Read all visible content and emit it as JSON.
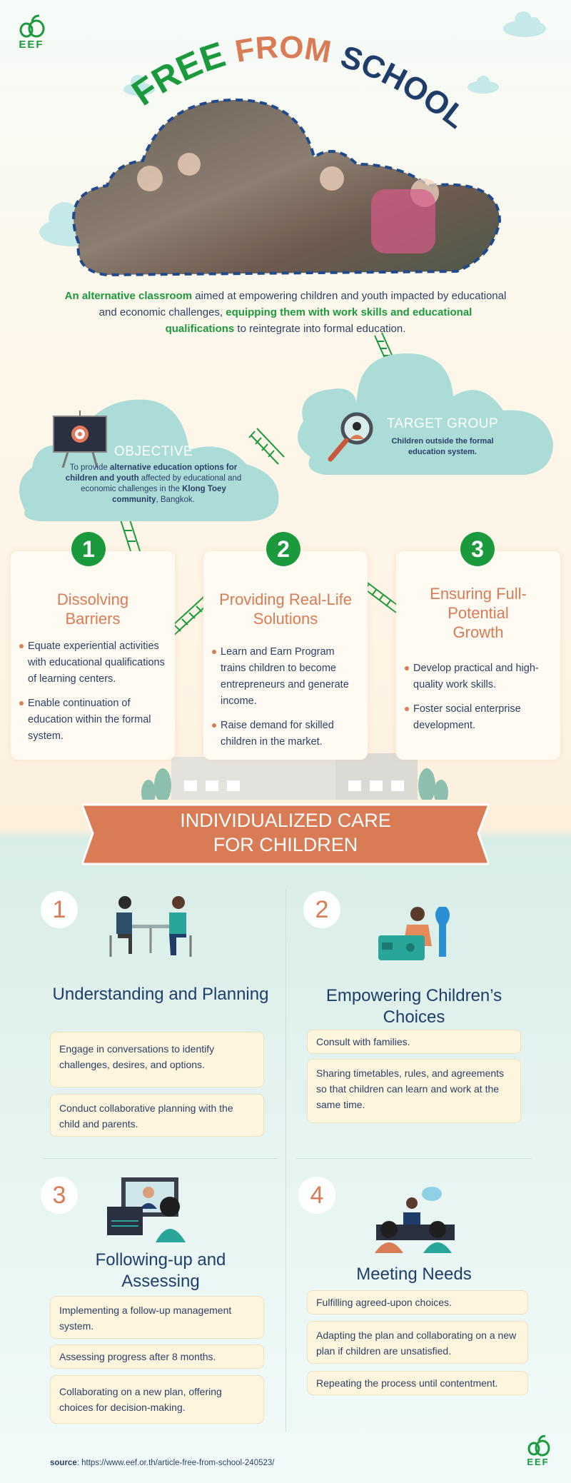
{
  "brand": {
    "logo_text": "EEF",
    "color_green": "#1a9a3c",
    "color_orange": "#d97b55",
    "color_navy": "#1f3d6b"
  },
  "header": {
    "title_words": [
      "FREE",
      "FROM",
      "SCHOOL"
    ]
  },
  "intro": {
    "parts": [
      {
        "text": "An alternative classroom",
        "highlight": true
      },
      {
        "text": " aimed at empowering  children and youth impacted by educational and economic challenges, ",
        "highlight": false
      },
      {
        "text": "equipping them with work skills and educational qualifications",
        "highlight": true
      },
      {
        "text": " to reintegrate into formal education.",
        "highlight": false
      }
    ]
  },
  "target_group": {
    "title": "TARGET GROUP",
    "body": "Children outside the formal education system.",
    "icon": "magnifier-person-icon"
  },
  "objective": {
    "title": "OBJECTIVE",
    "parts": [
      "To provide ",
      "alternative education options for children and youth",
      " affected by educational and economic challenges in the ",
      "Klong Toey community",
      ", Bangkok."
    ],
    "icon": "target-board-icon"
  },
  "strategies": [
    {
      "number": "1",
      "title": "Dissolving Barriers",
      "bullets": [
        "Equate experiential activities with educational qualifications of learning centers.",
        "Enable continuation of education within the formal system."
      ]
    },
    {
      "number": "2",
      "title": "Providing Real-Life Solutions",
      "bullets": [
        "Learn and Earn Program trains children to become entrepreneurs and generate income.",
        "Raise demand for skilled children in the market."
      ]
    },
    {
      "number": "3",
      "title": "Ensuring Full-Potential Growth",
      "bullets": [
        "Develop practical and high-quality work skills.",
        "Foster social enterprise development."
      ]
    }
  ],
  "banner": {
    "line1": "INDIVIDUALIZED CARE",
    "line2": "FOR CHILDREN"
  },
  "care_steps": [
    {
      "number": "1",
      "title": "Understanding and Planning",
      "icon": "counseling-meeting-icon",
      "items": [
        "Engage in conversations to identify challenges, desires, and options.",
        "Conduct collaborative planning with the child and parents."
      ]
    },
    {
      "number": "2",
      "title": "Empowering Children’s Choices",
      "icon": "sewing-machine-icon",
      "items": [
        "Consult with families.",
        "Sharing timetables, rules, and agreements so that children can learn and work at the same time."
      ]
    },
    {
      "number": "3",
      "title": "Following-up and Assessing",
      "icon": "video-call-monitor-icon",
      "items": [
        "Implementing a follow-up management system.",
        "Assessing progress after 8 months.",
        "Collaborating on a new plan, offering choices for decision-making."
      ]
    },
    {
      "number": "4",
      "title": "Meeting Needs",
      "icon": "group-discussion-icon",
      "items": [
        "Fulfilling agreed-upon choices.",
        "Adapting the plan and collaborating on a new plan if children are unsatisfied.",
        "Repeating the process until contentment."
      ]
    }
  ],
  "footer": {
    "source_label": "source",
    "source_url": ": https://www.eef.or.th/article-free-from-school-240523/",
    "logo_text": "EEF"
  }
}
